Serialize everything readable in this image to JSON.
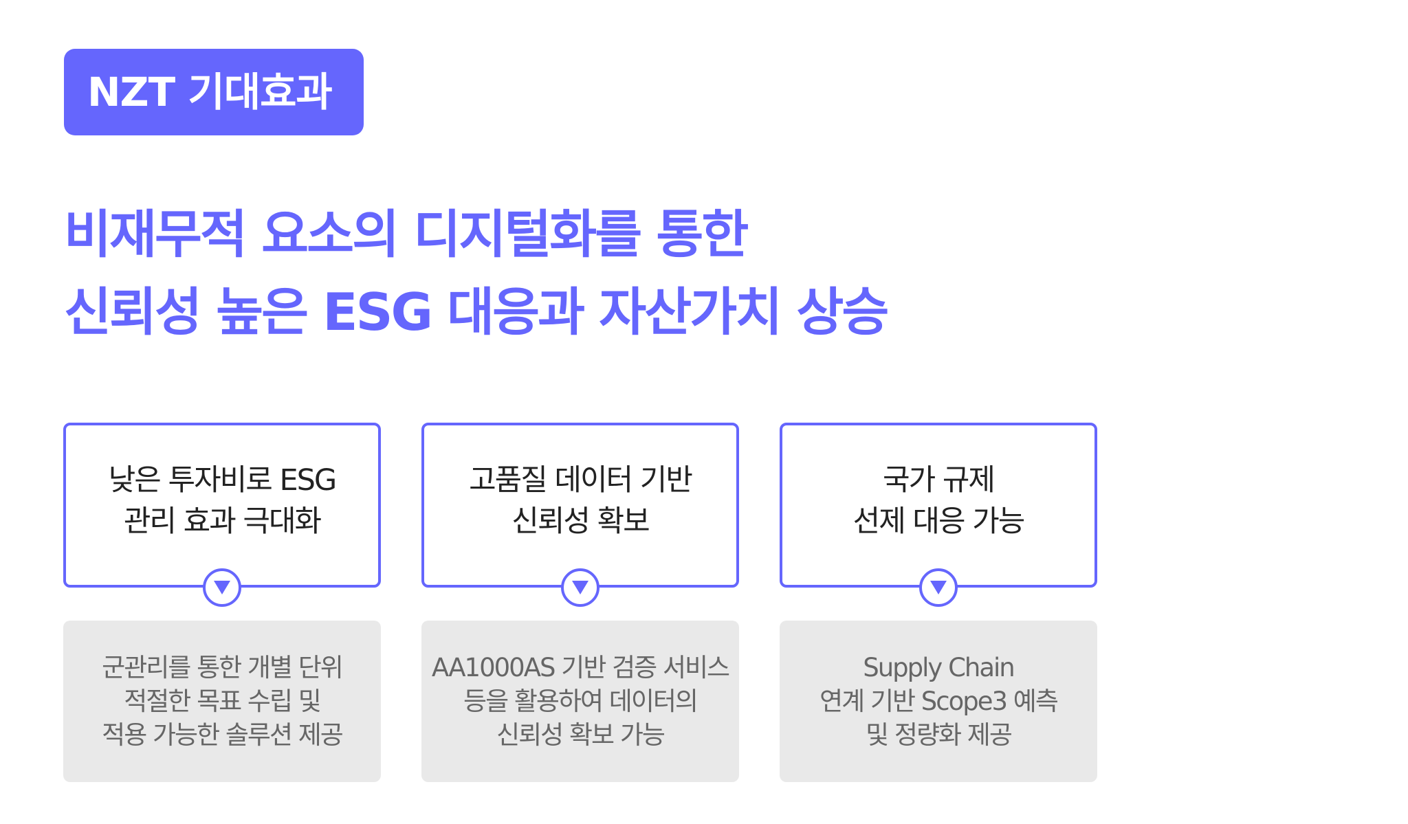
{
  "tag": {
    "label": "NZT 기대효과"
  },
  "headline": {
    "line1": "비재무적 요소의 디지털화를 통한",
    "line2": "신뢰성 높은 ESG 대응과 자산가치 상승"
  },
  "colors": {
    "accent": "#6566fd",
    "desc_bg": "#e9e9e9",
    "card_text": "#222222",
    "desc_text": "#666666"
  },
  "columns": [
    {
      "card": {
        "line1": "낮은 투자비로 ESG",
        "line2": "관리 효과 극대화"
      },
      "arrow_icon": "triangle-down-icon",
      "desc": {
        "line1": "군관리를 통한 개별 단위",
        "line2": "적절한 목표 수립 및",
        "line3": "적용 가능한 솔루션 제공"
      }
    },
    {
      "card": {
        "line1": "고품질 데이터 기반",
        "line2": "신뢰성 확보"
      },
      "arrow_icon": "triangle-down-icon",
      "desc": {
        "line1": "AA1000AS 기반 검증 서비스",
        "line2": "등을 활용하여 데이터의",
        "line3": "신뢰성 확보 가능"
      }
    },
    {
      "card": {
        "line1": "국가 규제",
        "line2": "선제 대응 가능"
      },
      "arrow_icon": "triangle-down-icon",
      "desc": {
        "line1": "Supply Chain",
        "line2": "연계 기반 Scope3 예측",
        "line3": "및 정량화 제공"
      }
    }
  ]
}
